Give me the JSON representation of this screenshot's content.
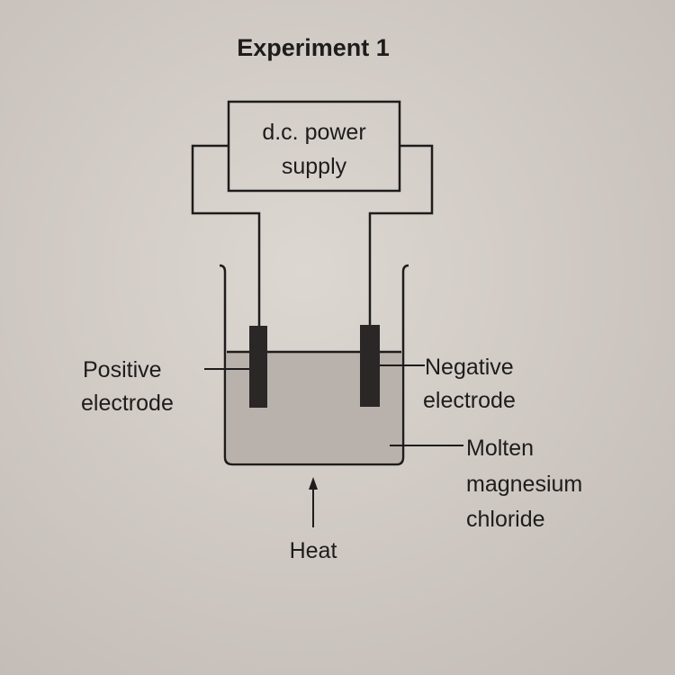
{
  "title": "Experiment 1",
  "power_supply": {
    "line1": "d.c. power",
    "line2": "supply"
  },
  "labels": {
    "positive_line1": "Positive",
    "positive_line2": "electrode",
    "negative_line1": "Negative",
    "negative_line2": "electrode",
    "molten_line1": "Molten",
    "molten_line2": "magnesium",
    "molten_line3": "chloride",
    "heat": "Heat"
  },
  "colors": {
    "paper": "#d6d0ca",
    "ink": "#1e1c1c",
    "liquid": "#b9b1ab",
    "electrode": "#2a2726"
  }
}
